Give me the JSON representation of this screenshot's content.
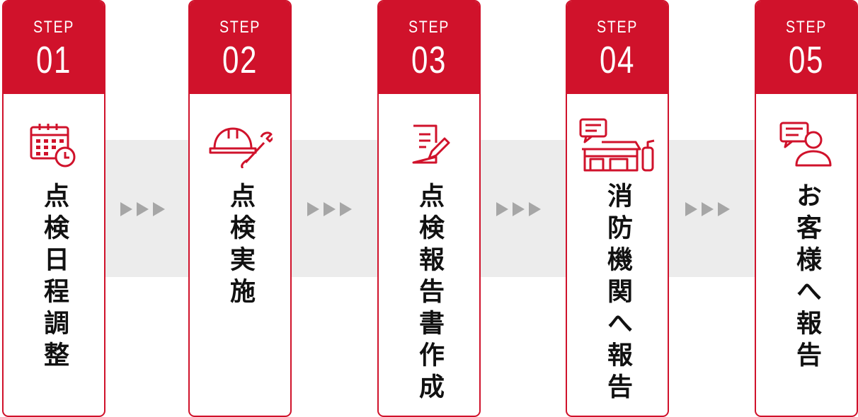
{
  "colors": {
    "accent": "#d0122b",
    "band": "#ececec",
    "arrow": "#a6a6a6",
    "text": "#111111"
  },
  "steps": [
    {
      "label": "STEP",
      "number": "01",
      "text": "点検日程調整",
      "icon": "calendar-clock-icon"
    },
    {
      "label": "STEP",
      "number": "02",
      "text": "点検実施",
      "icon": "hardhat-wrench-icon"
    },
    {
      "label": "STEP",
      "number": "03",
      "text": "点検報告書作成",
      "icon": "document-pen-icon"
    },
    {
      "label": "STEP",
      "number": "04",
      "text": "消防機関へ報告",
      "icon": "fire-station-chat-icon"
    },
    {
      "label": "STEP",
      "number": "05",
      "text": "お客様へ報告",
      "icon": "person-chat-icon"
    }
  ]
}
